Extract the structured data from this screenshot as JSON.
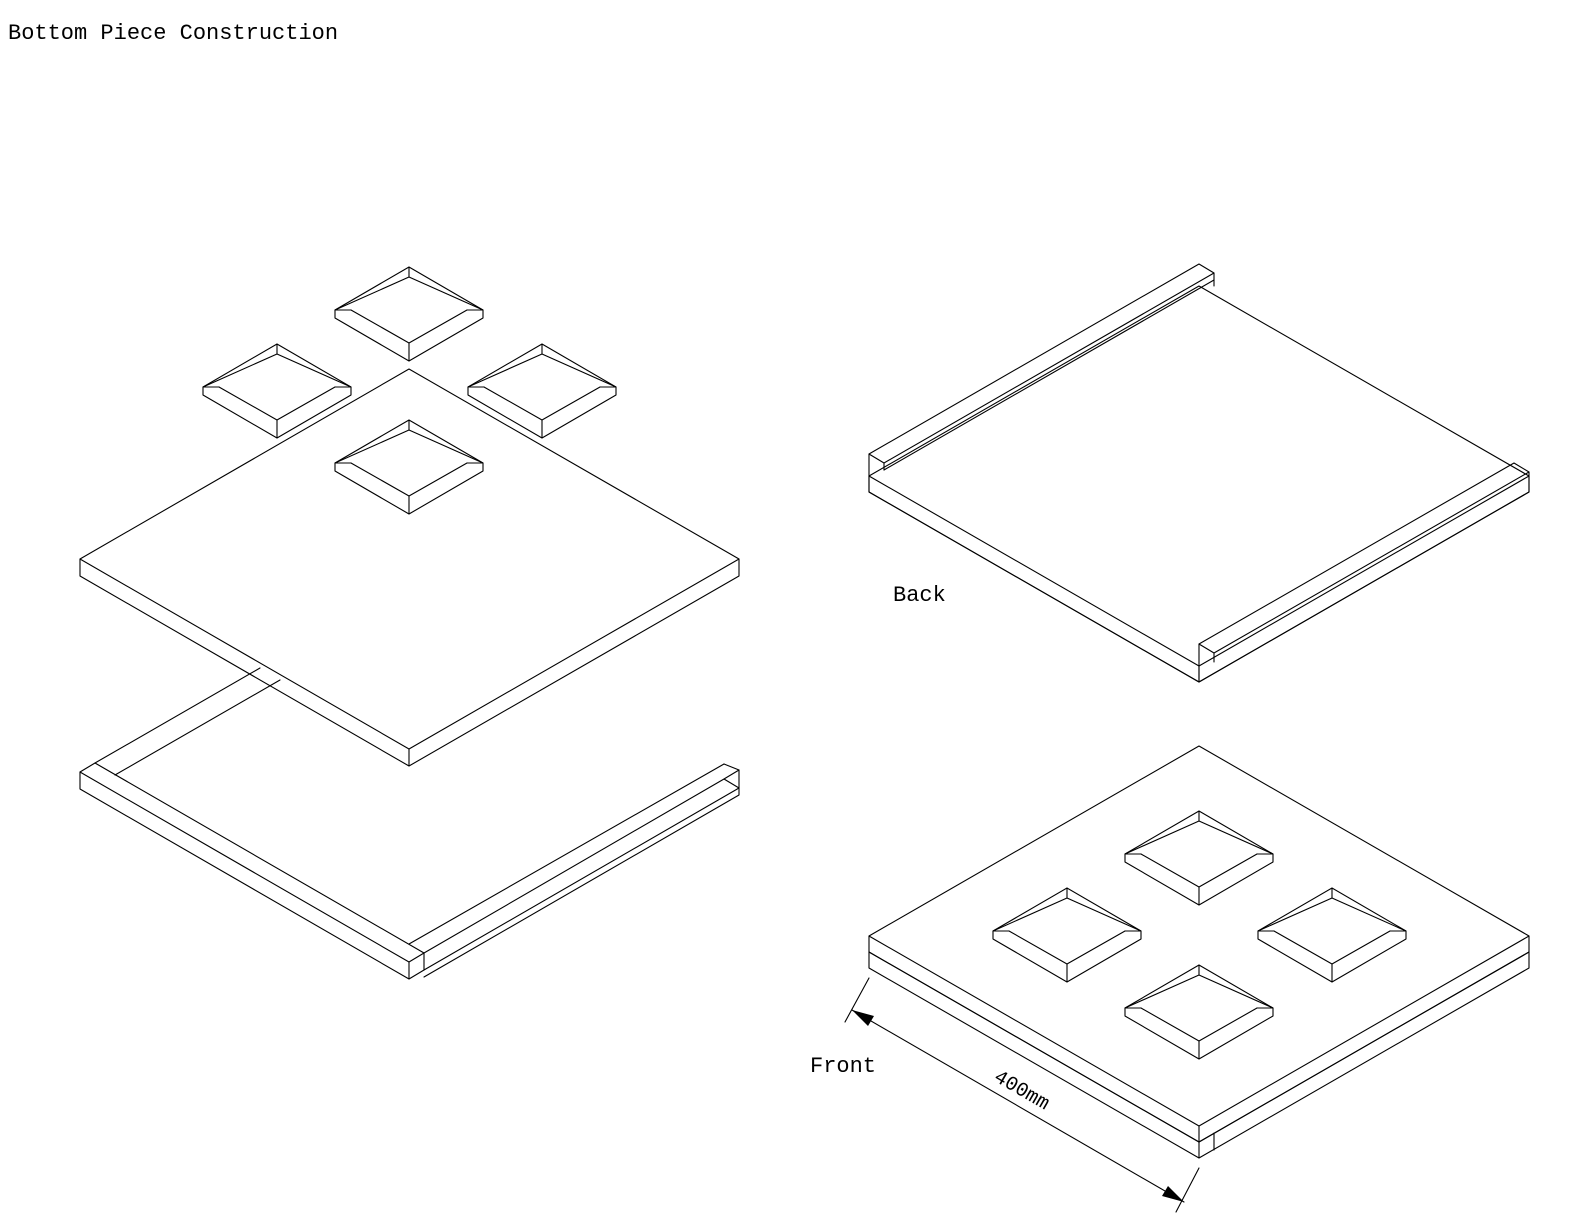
{
  "title": "Bottom Piece Construction",
  "labels": {
    "back": "Back",
    "front": "Front",
    "dimension": "400mm"
  },
  "colors": {
    "line": "#000000",
    "background": "#ffffff"
  }
}
